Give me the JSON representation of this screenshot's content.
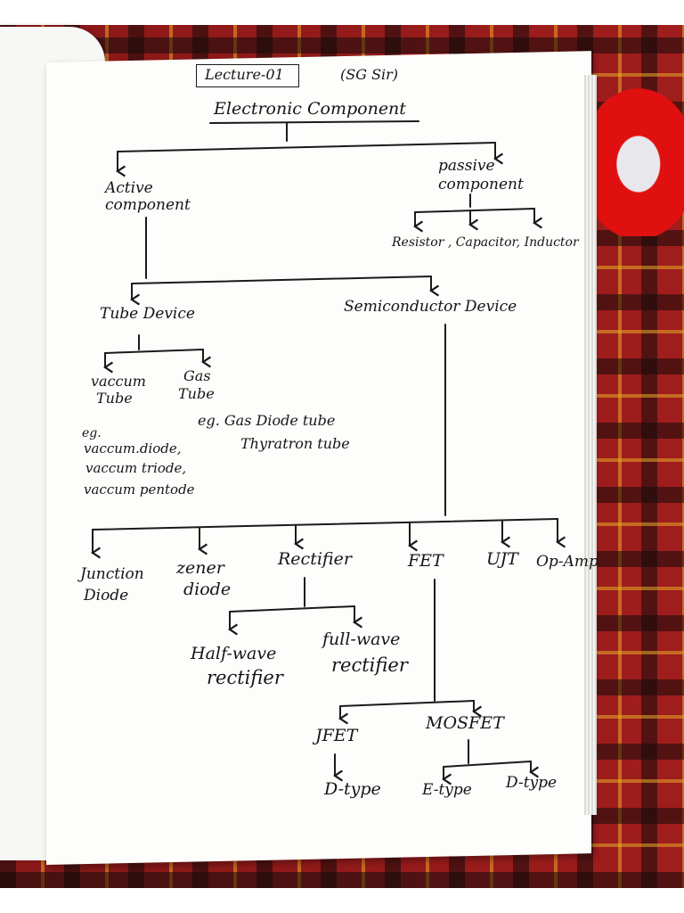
{
  "header": {
    "lecture": "Lecture-01",
    "author": "(SG Sir)"
  },
  "root": "Electronic Component",
  "active": {
    "line1": "Active",
    "line2": "component"
  },
  "passive": {
    "line1": "passive",
    "line2": "component",
    "examples": "Resistor , Capacitor, Inductor"
  },
  "tube_device": "Tube Device",
  "semiconductor_device": "Semiconductor Device",
  "vacuum_tube": {
    "line1": "vaccum",
    "line2": "Tube"
  },
  "gas_tube": {
    "line1": "Gas",
    "line2": "Tube"
  },
  "gas_examples": {
    "line1": "eg. Gas Diode tube",
    "line2": "Thyratron tube"
  },
  "vacuum_examples": {
    "prefix": "eg.",
    "line1": "vaccum.diode,",
    "line2": "vaccum triode,",
    "line3": "vaccum pentode"
  },
  "semiconductor_children": {
    "junction_diode": {
      "line1": "Junction",
      "line2": "Diode"
    },
    "zener_diode": {
      "line1": "zener",
      "line2": "diode"
    },
    "rectifier": "Rectifier",
    "fet": "FET",
    "ujt": "UJT",
    "op_amp": "Op-Amp"
  },
  "rectifier_children": {
    "half_wave": {
      "line1": "Half-wave",
      "line2": "rectifier"
    },
    "full_wave": {
      "line1": "full-wave",
      "line2": "rectifier"
    }
  },
  "fet_children": {
    "jfet": "JFET",
    "mosfet": "MOSFET"
  },
  "jfet_child": "D-type",
  "mosfet_children": {
    "e_type": "E-type",
    "d_type": "D-type"
  },
  "colors": {
    "ink": "#1a1a1a",
    "paper": "#fdfdfb",
    "cloth": "#8a1818",
    "stripe": "#e6aa28"
  }
}
